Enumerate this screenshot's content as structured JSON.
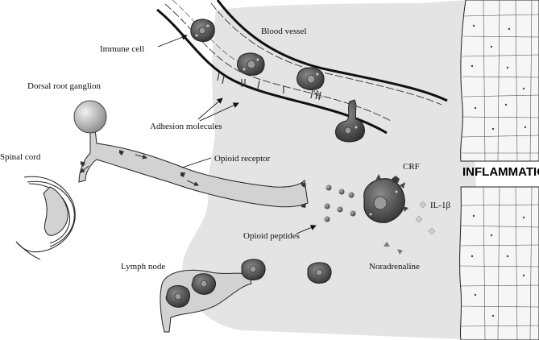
{
  "labels": {
    "blood_vessel": "Blood vessel",
    "immune_cell": "Immune cell",
    "dorsal_root_ganglion": "Dorsal root ganglion",
    "adhesion_molecules": "Adhesion molecules",
    "spinal_cord": "Spinal cord",
    "opioid_receptor": "Opioid receptor",
    "crf": "CRF",
    "inflammation": "INFLAMMATION",
    "il1b": "IL-1β",
    "opioid_peptides": "Opioid peptides",
    "lymph_node": "Lymph node",
    "noradrenaline": "Noradrenaline"
  },
  "colors": {
    "tissue": "#e4e4e4",
    "neuron": "#d2d2d2",
    "cell_dark": "#4a4a4a",
    "peptide": "#555555",
    "il1b_diamond": "#cfcfcf",
    "outline": "#222222"
  }
}
